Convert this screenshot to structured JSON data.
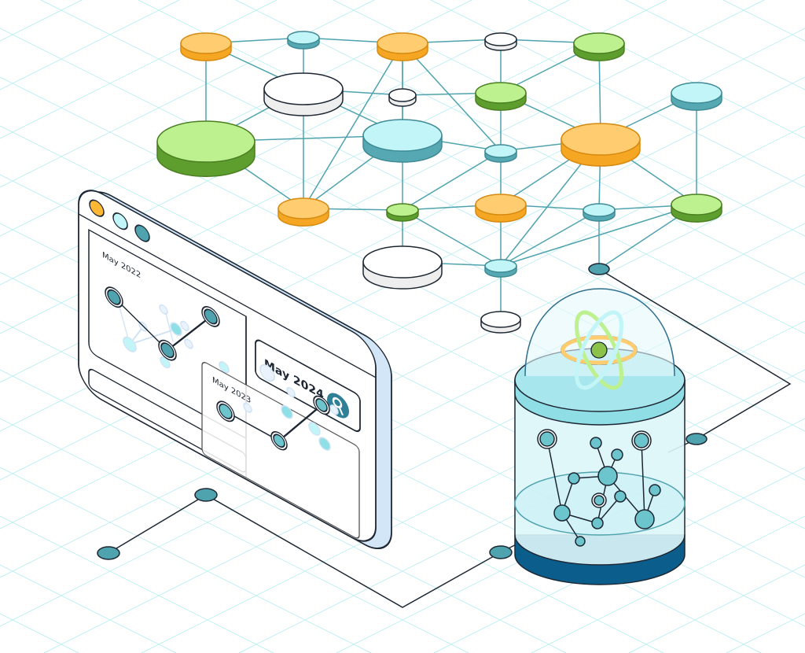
{
  "window": {
    "panel_top_label": "May 2022",
    "panel_overlay_label": "May 2023",
    "search_value": "May 2024",
    "search_icon": "search-icon"
  },
  "colors": {
    "orange": "#FFCC70",
    "green": "#BDF08F",
    "cyan": "#C2F5F7",
    "teal": "#4FA3AE",
    "navy": "#0B5E8C",
    "window_frame": "#D3E6F8"
  }
}
